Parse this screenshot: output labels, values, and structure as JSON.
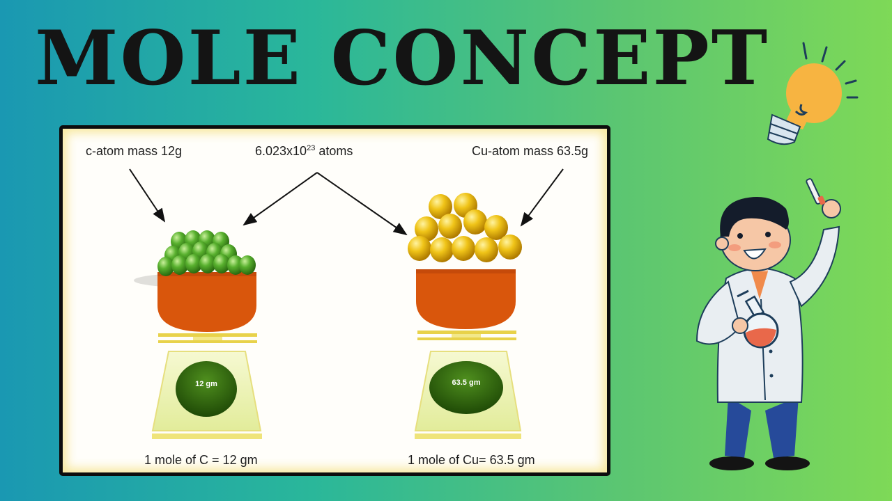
{
  "title": "MOLE CONCEPT",
  "left_scale": {
    "mass_label": "c-atom mass 12g",
    "display": "12 gm",
    "caption": "1 mole of C = 12 gm",
    "atom_color": "#4fa42a"
  },
  "right_scale": {
    "mass_label": "Cu-atom mass 63.5g",
    "display": "63.5 gm",
    "caption": "1 mole of Cu= 63.5 gm",
    "atom_color": "#e8bb10"
  },
  "atoms_label": {
    "mantissa": "6.023x10",
    "exponent": "23",
    "unit": "atoms"
  },
  "colors": {
    "bowl": "#d9560c",
    "scale_base": "#eef4b4",
    "display": "#2f6a0c",
    "frame": "#0d0d0d"
  },
  "icons": [
    "lightbulb-icon",
    "scientist-illustration"
  ]
}
